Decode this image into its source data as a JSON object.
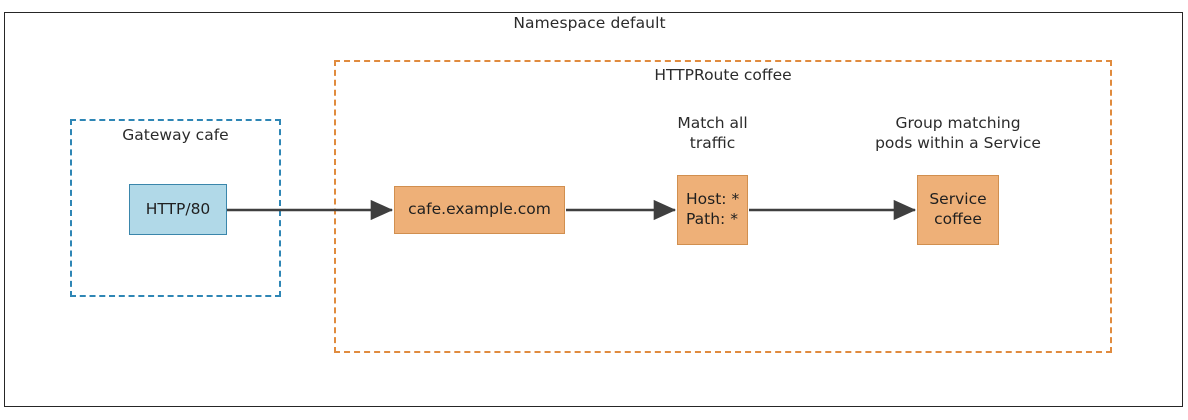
{
  "namespace": {
    "title": "Namespace default",
    "border_color": "#262626"
  },
  "gateway": {
    "title": "Gateway cafe",
    "border_color": "#2e86b5",
    "listener": {
      "label": "HTTP/80",
      "fill": "#b1d9e8",
      "stroke": "#3a86ab"
    }
  },
  "httproute": {
    "title": "HTTPRoute coffee",
    "border_color": "#e08b3e",
    "nodes": {
      "hostname": {
        "label": "cafe.example.com",
        "fill": "#eeb078",
        "stroke": "#d18f4f"
      },
      "match": {
        "caption": "Match all\ntraffic",
        "label": "Host: *\nPath: *",
        "fill": "#eeb078",
        "stroke": "#d18f4f"
      },
      "service": {
        "caption": "Group matching\npods within a Service",
        "label": "Service\ncoffee",
        "fill": "#eeb078",
        "stroke": "#d18f4f"
      }
    }
  },
  "arrows": {
    "color": "#3f3f3f",
    "edges": [
      {
        "name": "listener-to-hostname",
        "from": "HTTP/80",
        "to": "cafe.example.com"
      },
      {
        "name": "hostname-to-match",
        "from": "cafe.example.com",
        "to": "Host: * / Path: *"
      },
      {
        "name": "match-to-service",
        "from": "Host: * / Path: *",
        "to": "Service coffee"
      }
    ]
  }
}
